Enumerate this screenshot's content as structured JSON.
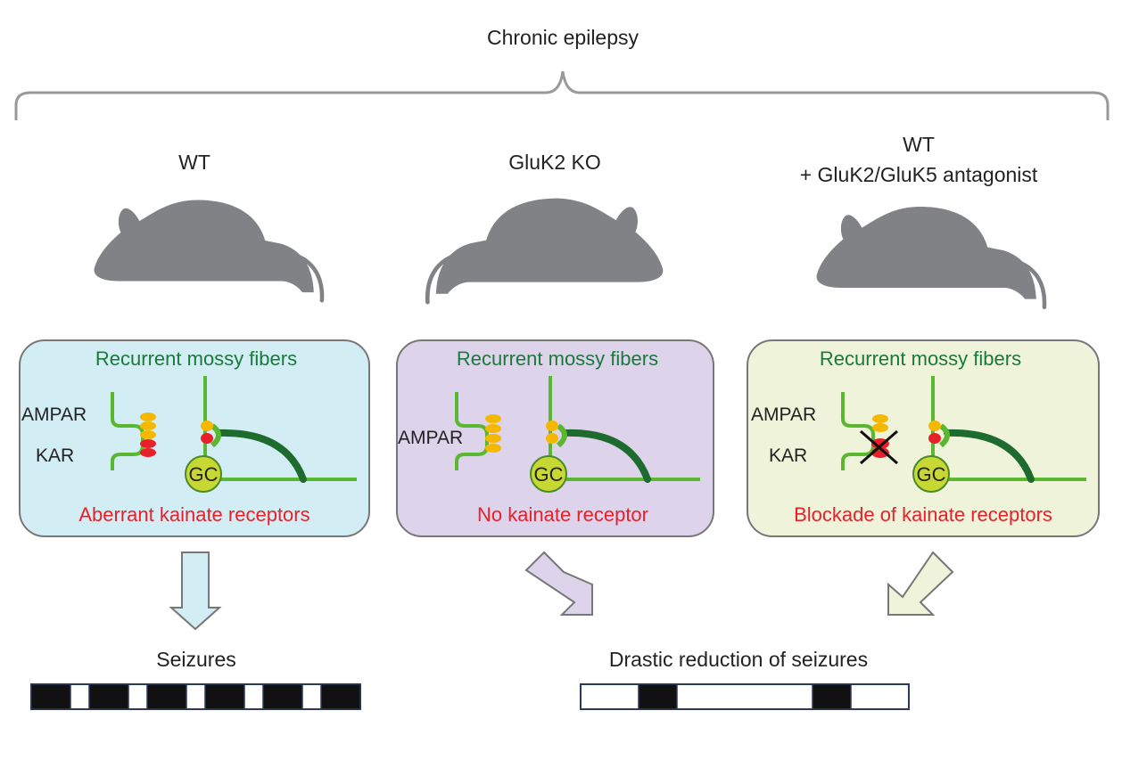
{
  "title": "Chronic epilepsy",
  "colors": {
    "brace": "#999999",
    "mouse": "#808285",
    "green_text": "#1a7a3a",
    "red_text": "#e8202a",
    "fiber_light": "#5ab830",
    "fiber_dark": "#1d6b2e",
    "gc_fill": "#c8d832",
    "receptor_yellow": "#f5b800",
    "receptor_red": "#e8202a",
    "panel_wt": "#d3edf5",
    "panel_ko": "#ddd3ea",
    "panel_antag": "#eef3da"
  },
  "panels": [
    {
      "id": "wt",
      "header_lines": [
        "WT"
      ],
      "box_title": "Recurrent mossy fibers",
      "labels": [
        "AMPAR",
        "KAR"
      ],
      "gc_label": "GC",
      "caption": "Aberrant kainate receptors",
      "icons": [
        "mouse-icon",
        "down-arrow-icon"
      ]
    },
    {
      "id": "ko",
      "header_lines": [
        "GluK2 KO"
      ],
      "box_title": "Recurrent mossy fibers",
      "labels": [
        "AMPAR"
      ],
      "gc_label": "GC",
      "caption": "No kainate receptor",
      "icons": [
        "mouse-icon",
        "diagonal-arrow-icon"
      ]
    },
    {
      "id": "antag",
      "header_lines": [
        "WT",
        "+ GluK2/GluK5 antagonist"
      ],
      "box_title": "Recurrent mossy fibers",
      "labels": [
        "AMPAR",
        "KAR"
      ],
      "gc_label": "GC",
      "caption": "Blockade of kainate receptors",
      "icons": [
        "mouse-icon",
        "diagonal-arrow-icon",
        "cross-icon"
      ]
    }
  ],
  "outcomes": [
    {
      "label": "Seizures",
      "pattern": [
        1,
        0,
        1,
        0,
        1,
        0,
        1,
        0,
        1,
        0,
        1
      ]
    },
    {
      "label": "Drastic reduction of seizures",
      "pattern": [
        0,
        1,
        0,
        1,
        0
      ]
    }
  ]
}
